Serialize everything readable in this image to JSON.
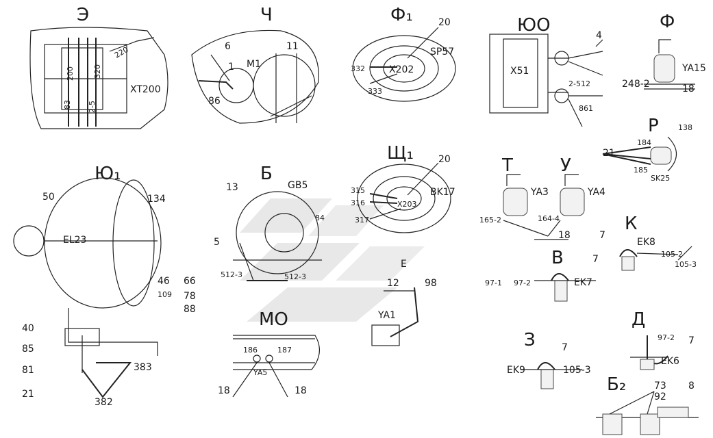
{
  "views": {
    "E": {
      "title": "Э"
    },
    "CH": {
      "title": "Ч"
    },
    "F1": {
      "title": "Ф₁"
    },
    "YuO": {
      "title": "ЮО"
    },
    "F": {
      "title": "Ф"
    },
    "R": {
      "title": "Р"
    },
    "Yu1": {
      "title": "Ю₁"
    },
    "B": {
      "title": "Б"
    },
    "SH1": {
      "title": "Щ₁"
    },
    "T": {
      "title": "Т"
    },
    "U": {
      "title": "У"
    },
    "K": {
      "title": "К"
    },
    "V": {
      "title": "В"
    },
    "Ye": {
      "title": "Е"
    },
    "MO": {
      "title": "МО"
    },
    "Z": {
      "title": "З"
    },
    "D": {
      "title": "Д"
    },
    "B2": {
      "title": "Б₂"
    }
  },
  "labels": {
    "xt200": "XT200",
    "w220": "220",
    "w200": "200",
    "w320": "320",
    "w83": "83",
    "w2_5": "2-5",
    "n6": "6",
    "n1": "1",
    "m1": "M1",
    "n86": "86",
    "n11": "11",
    "n20a": "20",
    "sp57": "SP57",
    "x202": "X202",
    "n332": "332",
    "n333": "333",
    "n4": "4",
    "x51": "X51",
    "w2_512": "2-512",
    "w861": "861",
    "ya15": "YA15",
    "w248_2": "248-2",
    "n18a": "18",
    "n138": "138",
    "n21": "21",
    "n184": "184",
    "n185": "185",
    "sk25": "SK25",
    "n50": "50",
    "n134": "134",
    "el23": "EL23",
    "n46": "46",
    "n66": "66",
    "n109": "109",
    "n78": "78",
    "n88": "88",
    "n40": "40",
    "n85": "85",
    "n81": "81",
    "n383": "383",
    "n21b": "21",
    "n382": "382",
    "n13": "13",
    "gb5": "GB5",
    "n84": "84",
    "n5": "5",
    "w512_3a": "512-3",
    "w512_3b": "512-3",
    "n20b": "20",
    "w315": "315",
    "w316": "316",
    "x203": "X203",
    "bk17": "BK17",
    "w317": "317",
    "ya3": "YA3",
    "ya4": "YA4",
    "w165_2": "165-2",
    "w164_4": "164-4",
    "n18b": "18",
    "n7a": "7",
    "ek8": "EK8",
    "w105_2": "105-2",
    "w105_3a": "105-3",
    "n7b": "7",
    "w97_1": "97-1",
    "w97_2a": "97-2",
    "ek7": "EK7",
    "n12": "12",
    "n98": "98",
    "ya1": "YA1",
    "n186": "186",
    "n187": "187",
    "ya5": "YA5",
    "n18c": "18",
    "n18d": "18",
    "n7c": "7",
    "ek9": "EK9",
    "w105_3b": "105-3",
    "w97_2b": "97-2",
    "n7d": "7",
    "ek6": "EK6",
    "n73": "73",
    "n92": "92",
    "n8": "8"
  }
}
